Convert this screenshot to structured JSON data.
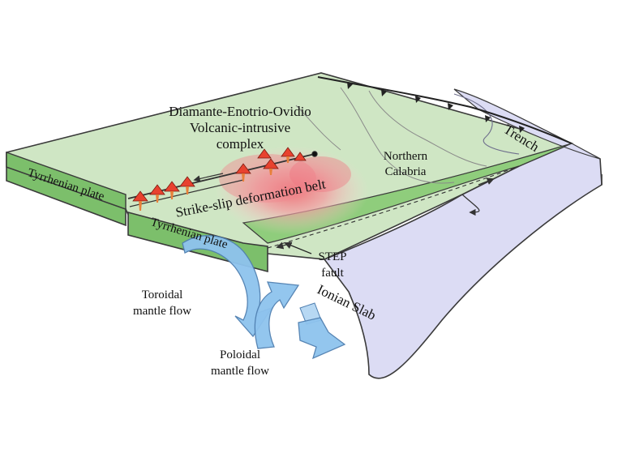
{
  "labels": {
    "complex_line1": "Diamante-Enotrio-Ovidio",
    "complex_line2": "Volcanic-intrusive",
    "complex_line3": "complex",
    "northern_line1": "Northern",
    "northern_line2": "Calabria",
    "trench": "Trench",
    "tyrrhenian_plate_upper": "Tyrrhenian plate",
    "tyrrhenian_plate_lower": "Tyrrhenian plate",
    "strike_slip": "Strike-slip deformation belt",
    "step_line1": "STEP",
    "step_line2": "fault",
    "ionian_slab": "Ionian Slab",
    "toroidal_line1": "Toroidal",
    "toroidal_line2": "mantle flow",
    "poloidal_line1": "Poloidal",
    "poloidal_line2": "mantle flow"
  },
  "colors": {
    "plate_top": "#cfe6c4",
    "plate_side": "#7cbf6b",
    "slab": "#dcdcf4",
    "outline": "#3a3a3a",
    "deformation": "#f3a3a6",
    "volcano": "#e8422f",
    "arrow": "#8ec3ee"
  },
  "icons": [
    "volcano-icon",
    "trench-tooth-icon",
    "flow-arrow-icon"
  ]
}
